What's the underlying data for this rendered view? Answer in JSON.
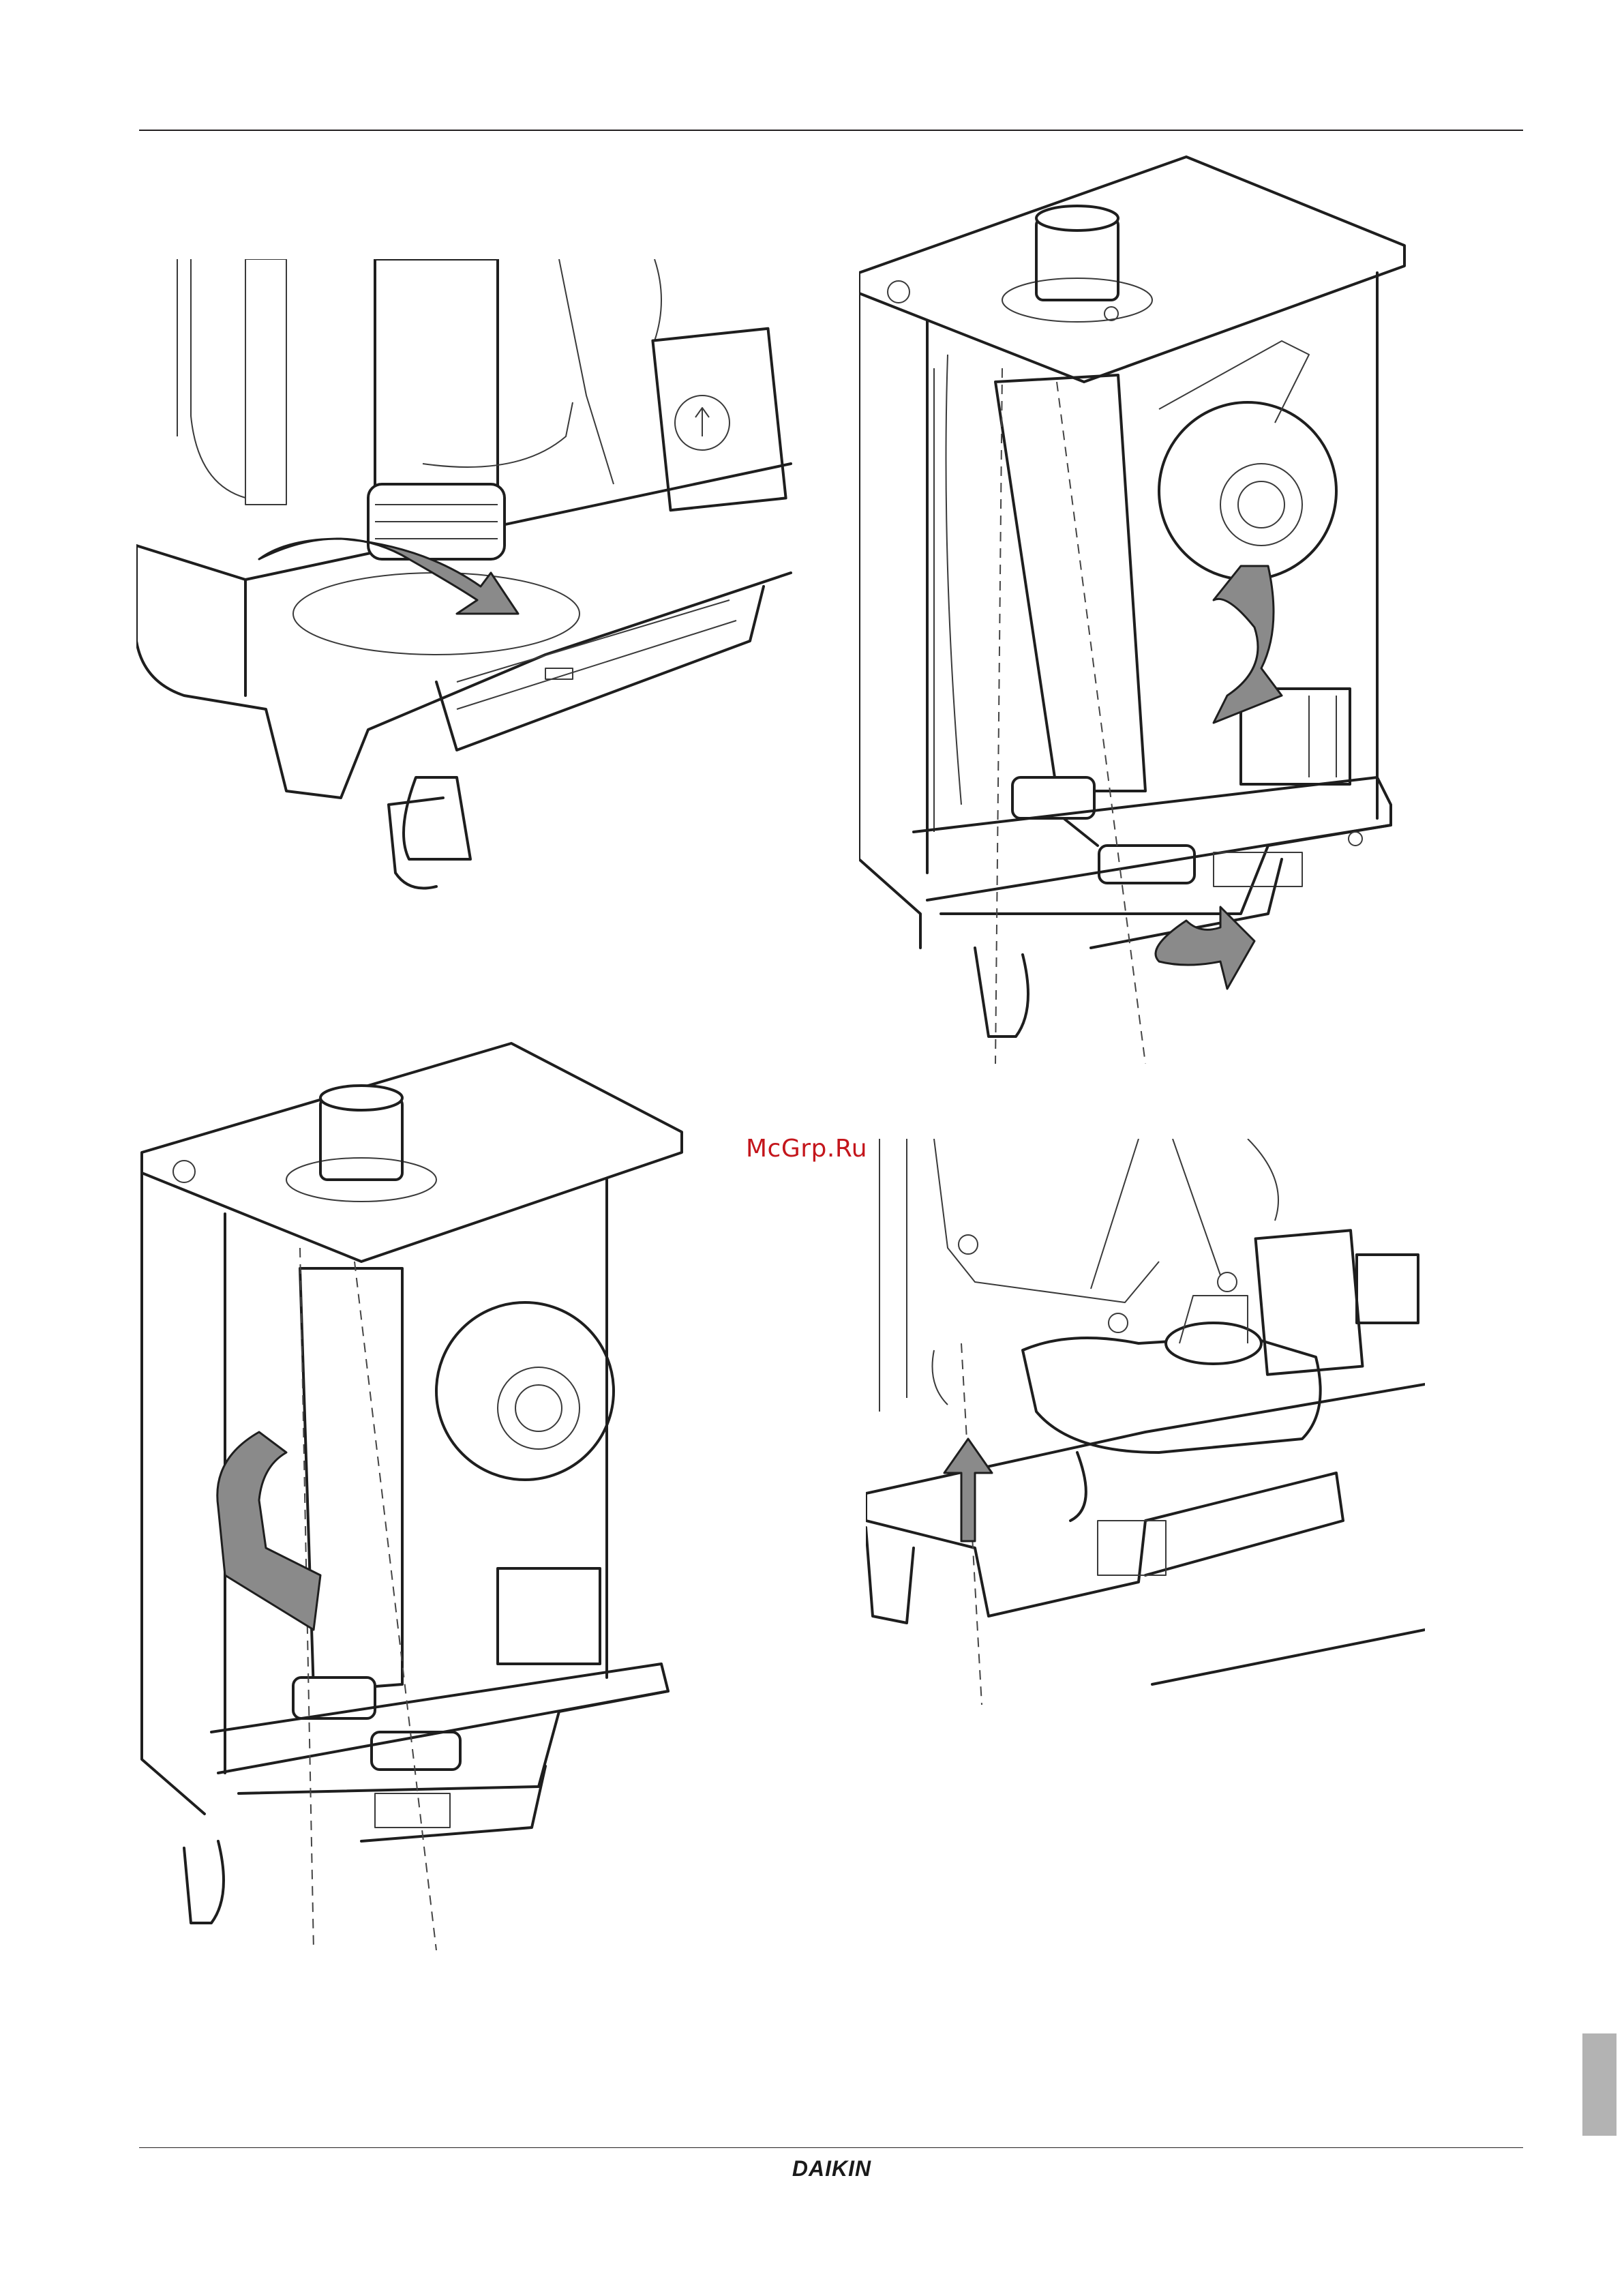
{
  "watermark": "McGrp.Ru",
  "brand": {
    "logo_text": "DAIKIN",
    "color": "#1a1a1a"
  },
  "side_tab": {
    "color": "#b3b3b3"
  },
  "figures": [
    {
      "id": "fig1",
      "icon": "rotate-arrow-icon"
    },
    {
      "id": "fig2",
      "icon": "rotate-arrow-icon"
    },
    {
      "id": "fig3",
      "icon": "rotate-arrow-icon"
    },
    {
      "id": "fig4",
      "icon": "up-arrow-icon"
    }
  ]
}
